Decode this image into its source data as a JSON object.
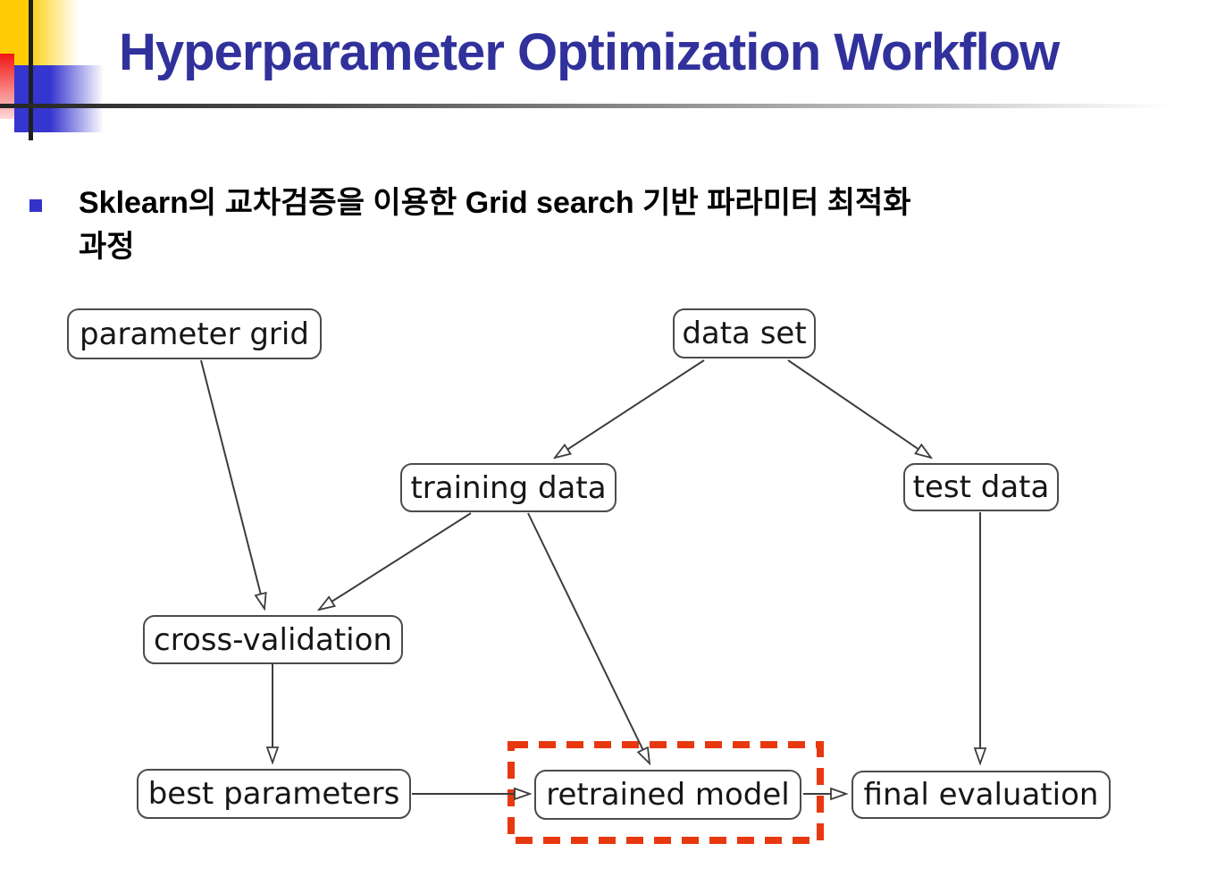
{
  "slide": {
    "title": "Hyperparameter Optimization Workflow",
    "bullet": {
      "line1": "Sklearn의 교차검증을 이용한 Grid search 기반 파라미터 최적화",
      "line2": "과정"
    }
  },
  "diagram": {
    "type": "flowchart",
    "nodes": [
      {
        "id": "parameter-grid",
        "label": "parameter grid"
      },
      {
        "id": "data-set",
        "label": "data set"
      },
      {
        "id": "training-data",
        "label": "training data"
      },
      {
        "id": "test-data",
        "label": "test data"
      },
      {
        "id": "cross-validation",
        "label": "cross-validation"
      },
      {
        "id": "best-parameters",
        "label": "best parameters"
      },
      {
        "id": "retrained-model",
        "label": "retrained model",
        "highlighted": true
      },
      {
        "id": "final-evaluation",
        "label": "final evaluation"
      }
    ],
    "edges": [
      {
        "from": "parameter-grid",
        "to": "cross-validation"
      },
      {
        "from": "data-set",
        "to": "training-data"
      },
      {
        "from": "data-set",
        "to": "test-data"
      },
      {
        "from": "training-data",
        "to": "cross-validation"
      },
      {
        "from": "training-data",
        "to": "retrained-model"
      },
      {
        "from": "cross-validation",
        "to": "best-parameters"
      },
      {
        "from": "best-parameters",
        "to": "retrained-model"
      },
      {
        "from": "retrained-model",
        "to": "final-evaluation"
      },
      {
        "from": "test-data",
        "to": "final-evaluation"
      }
    ]
  },
  "colors": {
    "title_text": "#31319c",
    "bullet_marker": "#3333cc",
    "node_border": "#4c4c4c",
    "arrow": "#3c3c3c",
    "highlight_box": "#e8380f",
    "corner_yellow": "#ffcc05",
    "corner_blue": "#3535cf",
    "corner_red": "#f01515"
  }
}
